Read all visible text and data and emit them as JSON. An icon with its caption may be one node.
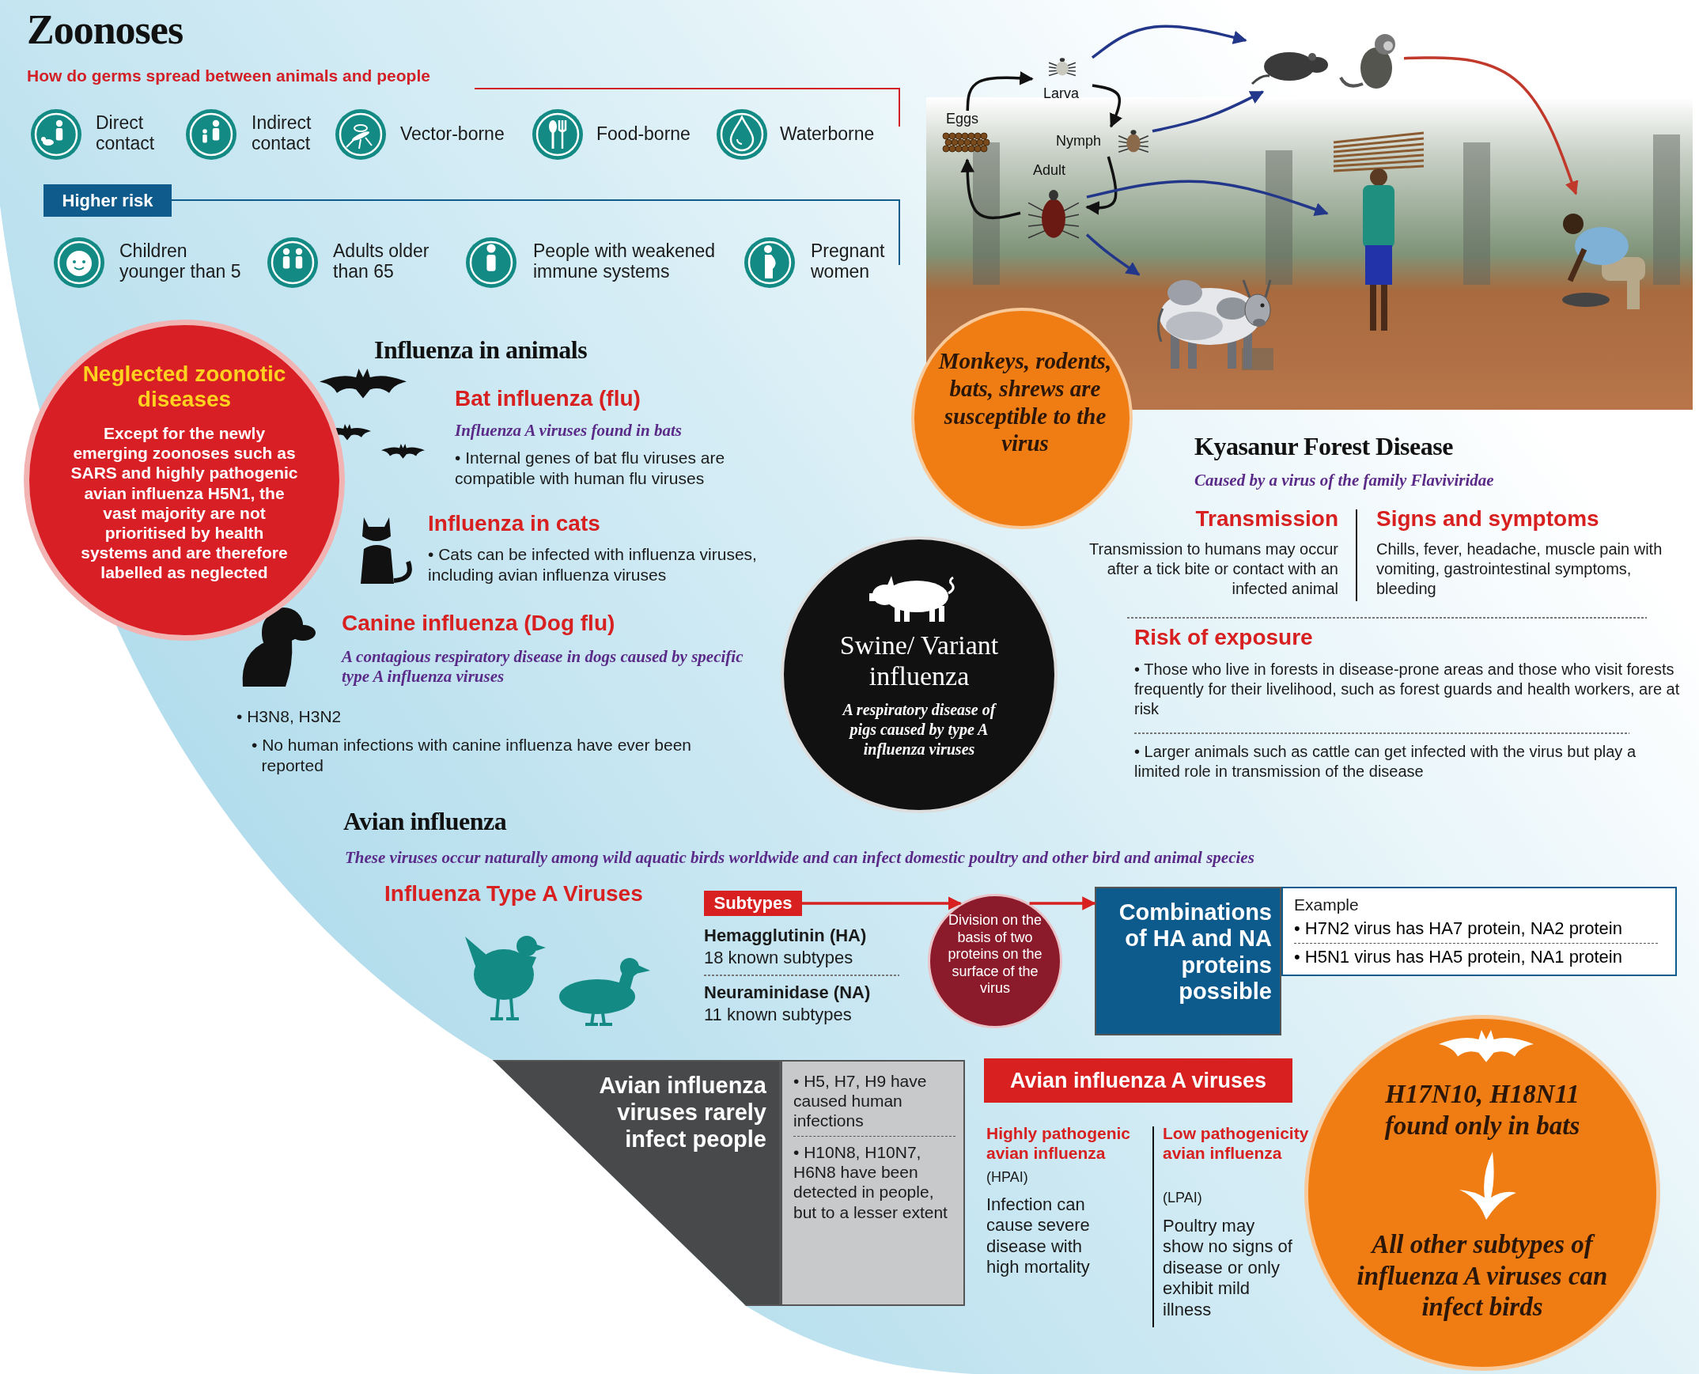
{
  "diagram": {
    "title": "Zoonoses",
    "nodes": [
      {
        "text": [
          "Higher risk"
        ]
      },
      {
        "text": [
          "Eggs"
        ]
      },
      {
        "text": [
          "Larva"
        ]
      },
      {
        "text": [
          "Nymph"
        ]
      },
      {
        "text": [
          "Adult"
        ]
      },
      {
        "text": [],
        "shape": "picture"
      },
      {
        "text": [],
        "shape": "picture"
      },
      {
        "text": [],
        "shape": "picture"
      },
      {
        "text": [],
        "shape": "picture"
      },
      {
        "text": [
          "Neglected zoonotic diseases",
          "Except for the newly emerging zoonoses such as SARS and highly pathogenic avian influenza H5N1, the vast majority are not prioritised by health systems and are therefore labelled as neglected"
        ]
      },
      {
        "text": [
          "Monkeys, rodents, bats, shrews are susceptible to the virus"
        ]
      },
      {
        "text": [
          "Swine/ Variant influenza",
          "A respiratory disease of pigs caused by type A influenza viruses"
        ]
      },
      {
        "text": [
          "Subtypes"
        ]
      },
      {
        "text": [
          "Division on the basis of two proteins on the surface of the virus"
        ]
      },
      {
        "text": [
          "Combinations of HA and NA proteins possible"
        ]
      },
      {
        "text": [
          "Example",
          "• H7N2 virus has HA7 protein, NA2 protein",
          "• H5N1 virus has HA5 protein, NA1 protein"
        ]
      },
      {
        "text": [
          "Avian influenza viruses rarely infect people"
        ]
      },
      {
        "text": [
          "• H5, H7, H9 have caused human infections",
          "• H10N8, H10N7, H6N8 have been detected in people, but to a lesser extent"
        ]
      },
      {
        "text": [
          "Avian influenza A viruses"
        ]
      },
      {
        "text": [
          "H17N10, H18N11 found only in bats",
          "All other subtypes of influenza A viruses can infect birds"
        ]
      }
    ],
    "edges": [
      {
        "from": 1,
        "to": 2,
        "arrow": "to"
      },
      {
        "from": 2,
        "to": 3,
        "arrow": "to"
      },
      {
        "from": 3,
        "to": 4,
        "arrow": "to"
      },
      {
        "from": 4,
        "to": 1,
        "arrow": "to"
      },
      {
        "from": 2,
        "to": 5,
        "arrow": "to",
        "color": "#23378a"
      },
      {
        "from": 3,
        "to": 5,
        "arrow": "to",
        "color": "#23378a"
      },
      {
        "from": 4,
        "to": 6,
        "arrow": "to",
        "color": "#23378a"
      },
      {
        "from": 4,
        "to": 7,
        "arrow": "to",
        "color": "#23378a"
      },
      {
        "from": 5,
        "to": 8,
        "arrow": "to",
        "color": "#c0392b"
      },
      {
        "from": 12,
        "to": 13,
        "arrow": "to",
        "color": "#d7201f"
      },
      {
        "from": 13,
        "to": 14,
        "arrow": "to",
        "color": "#d7201f"
      }
    ],
    "labels": [
      "How do germs spread between animals and people",
      "Direct contact",
      "Indirect contact",
      "Vector-borne",
      "Food-borne",
      "Waterborne",
      "Children younger than 5",
      "Adults older than 65",
      "People with weakened immune systems",
      "Pregnant women",
      "Influenza in animals",
      "Bat influenza (flu)",
      "Influenza A viruses found in bats",
      "• Internal genes of bat flu viruses are compatible with human flu viruses",
      "Influenza in cats",
      "• Cats can be infected with influenza viruses, including avian influenza viruses",
      "Canine influenza (Dog flu)",
      "A contagious respiratory disease in dogs caused by specific type A influenza viruses",
      "• H3N8, H3N2",
      "• No human infections with canine influenza have ever been reported",
      "Kyasanur Forest Disease",
      "Caused by a virus of the family Flaviviridae",
      "Transmission",
      "Transmission to humans may occur after a tick bite or contact with an infected animal",
      "Signs and symptoms",
      "Chills, fever, headache, muscle pain with vomiting, gastrointestinal symptoms, bleeding",
      "Risk of exposure",
      "• Those who live in forests in disease-prone areas and those who visit forests frequently for their livelihood, such as forest guards and health workers, are at risk",
      "• Larger animals such as cattle can get infected with the virus but play a limited role in transmission of the disease",
      "Avian influenza",
      "These viruses occur naturally among wild aquatic birds worldwide and can infect domestic poultry and other bird and animal species",
      "Influenza Type A Viruses",
      "Hemagglutinin (HA)",
      "18 known subtypes",
      "Neuraminidase (NA)",
      "11 known subtypes",
      "Highly pathogenic avian influenza",
      "(HPAI)",
      "Infection can cause severe disease with high mortality",
      "Low pathogenicity avian influenza",
      "(LPAI)",
      "Poultry may show no signs of disease or only exhibit mild illness"
    ]
  }
}
